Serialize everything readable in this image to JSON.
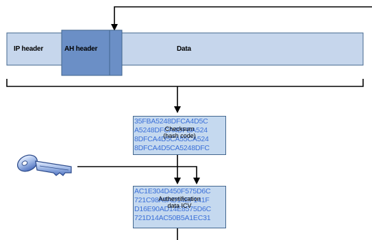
{
  "packet": {
    "ip_header": "IP header",
    "ah_header": "AH header",
    "data": "Data"
  },
  "checksum_box": {
    "hex_lines": [
      "35FBA5248DFCA4D5C",
      "A5248DFCA4DFBA524",
      "8DFCA4D5CA55CA524",
      "8DFCA4D5CA5248DFC"
    ],
    "label": "Checksum (hash code)"
  },
  "icv_box": {
    "hex_lines": [
      "AC1E304D450F575D6C",
      "721C98A9AD14EF141F",
      "D16E90AD14E8575D6C",
      "721D14AC50B5A1EC31"
    ],
    "label": "Authentification data ICV"
  },
  "key_icon": "key-icon",
  "colors": {
    "packet_fill": "#c6d6ec",
    "ah_fill": "#6b8fc6",
    "hex_fill": "#c5d9ef",
    "hex_text": "#3a6fd8",
    "stroke": "#41658d"
  }
}
